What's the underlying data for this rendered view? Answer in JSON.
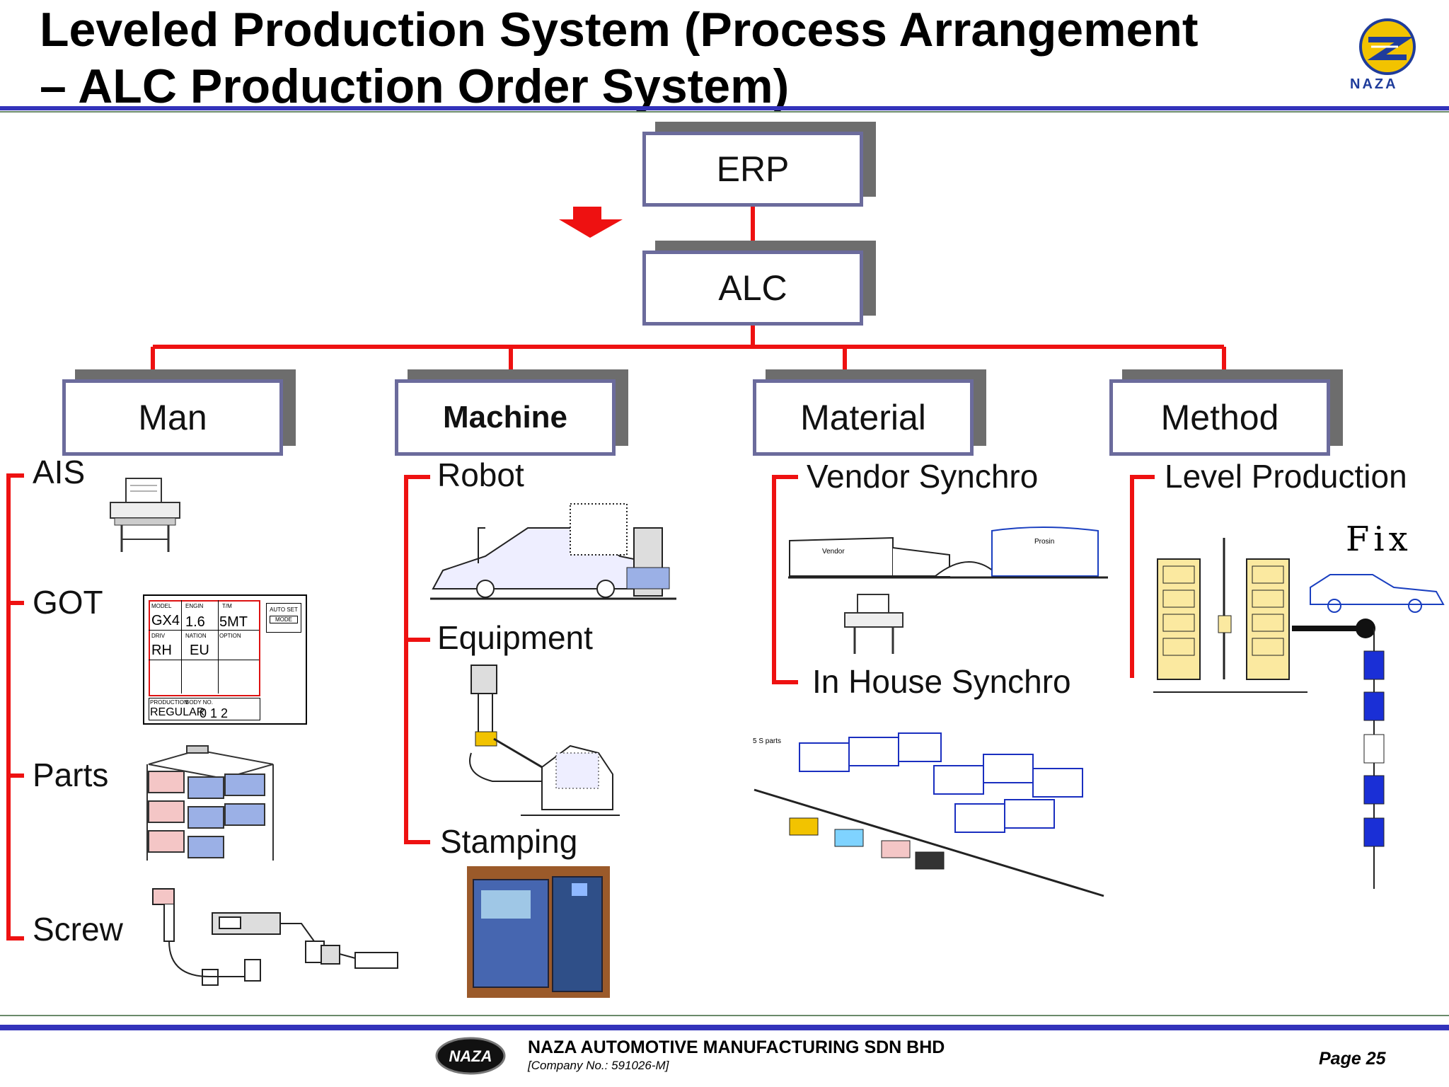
{
  "header": {
    "title_line1": "Leveled Production System (Process Arrangement",
    "title_line2": " – ALC Production Order System)",
    "logo_text": "NAZA"
  },
  "hierarchy": {
    "erp": "ERP",
    "alc": "ALC",
    "categories": {
      "man": "Man",
      "machine": "Machine",
      "material": "Material",
      "method": "Method"
    }
  },
  "man_items": [
    "AIS",
    "GOT",
    "Parts",
    "Screw"
  ],
  "machine_items": [
    "Robot",
    "Equipment",
    "Stamping"
  ],
  "material_items": [
    "Vendor Synchro",
    "In House Synchro"
  ],
  "method_items": [
    "Level Production"
  ],
  "got_panel": {
    "model_label": "MODEL",
    "model_value": "GX4",
    "engine_label": "ENGIN",
    "engine_value": "1.6",
    "tm_label": "T/M",
    "tm_value": "5MT",
    "auto_label": "AUTO SET",
    "mode_label": "MODE",
    "driv_label": "DRIV",
    "driv_value": "RH",
    "nation_label": "NATION",
    "nation_value": "EU",
    "option_label": "OPTION",
    "production_label": "PRODUCTION",
    "production_value": "REGULAR",
    "body_label": "BODY NO.",
    "body_value": "0 1 2"
  },
  "method_fix_label": "Fix",
  "vendor_labels": {
    "vendor": "Vendor",
    "prosin": "Prosin"
  },
  "inhouse_label": "5 S parts",
  "colors": {
    "accent_red": "#ee1111",
    "rule_blue": "#3333bb",
    "box_border": "#6b6b9c",
    "shadow": "#6d6d6d"
  },
  "footer": {
    "company": "NAZA AUTOMOTIVE MANUFACTURING SDN BHD",
    "company_no": "[Company No.: 591026-M]",
    "page": "Page 25",
    "logo_text": "NAZA"
  }
}
